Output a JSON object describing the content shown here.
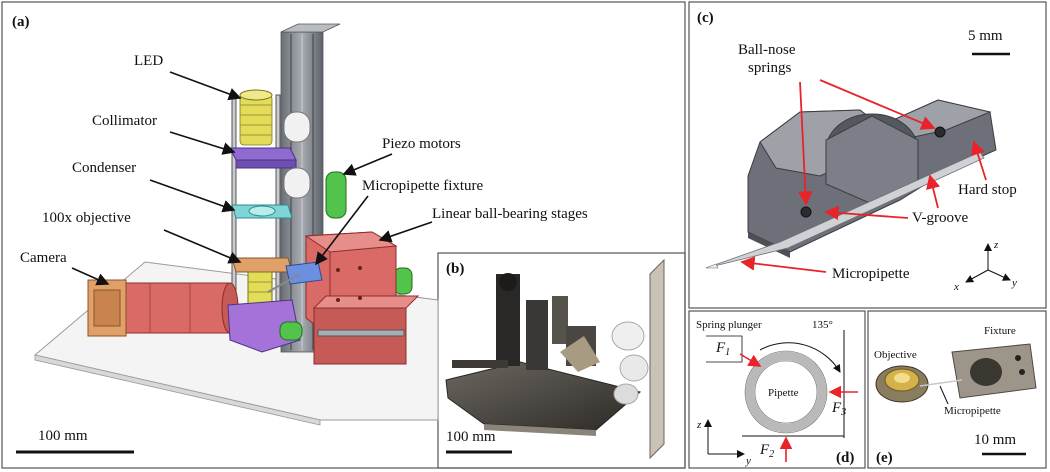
{
  "panel_a": {
    "tag": "(a)",
    "labels": {
      "led": "LED",
      "collimator": "Collimator",
      "condenser": "Condenser",
      "objective": "100x objective",
      "camera": "Camera",
      "piezo": "Piezo motors",
      "fixture": "Micropipette fixture",
      "stages": "Linear ball-bearing stages"
    },
    "scale": "100 mm"
  },
  "panel_b": {
    "tag": "(b)",
    "scale": "100 mm"
  },
  "panel_c": {
    "tag": "(c)",
    "scale": "5 mm",
    "labels": {
      "springs_1": "Ball-nose",
      "springs_2": "springs",
      "hard_stop": "Hard stop",
      "v_groove": "V-groove",
      "micropipette": "Micropipette"
    },
    "axes": {
      "z": "z",
      "x": "x",
      "y": "y"
    }
  },
  "panel_d": {
    "tag": "(d)",
    "spring": "Spring plunger",
    "angle": "135°",
    "pipette": "Pipette",
    "f1": "F",
    "f1_sub": "1",
    "f2": "F",
    "f2_sub": "2",
    "f3": "F",
    "f3_sub": "3",
    "axis_z": "z",
    "axis_y": "y"
  },
  "panel_e": {
    "tag": "(e)",
    "objective": "Objective",
    "fixture": "Fixture",
    "micropipette": "Micropipette",
    "scale": "10 mm"
  },
  "colors": {
    "border": "#555555",
    "arrow": "#e8232a",
    "gray": "#8a8d94",
    "yellow": "#e3dc58",
    "purple": "#8f6ad0",
    "cyan": "#7fd4d6",
    "green": "#52c44b",
    "red": "#d96a66",
    "orange": "#e0a06a"
  }
}
